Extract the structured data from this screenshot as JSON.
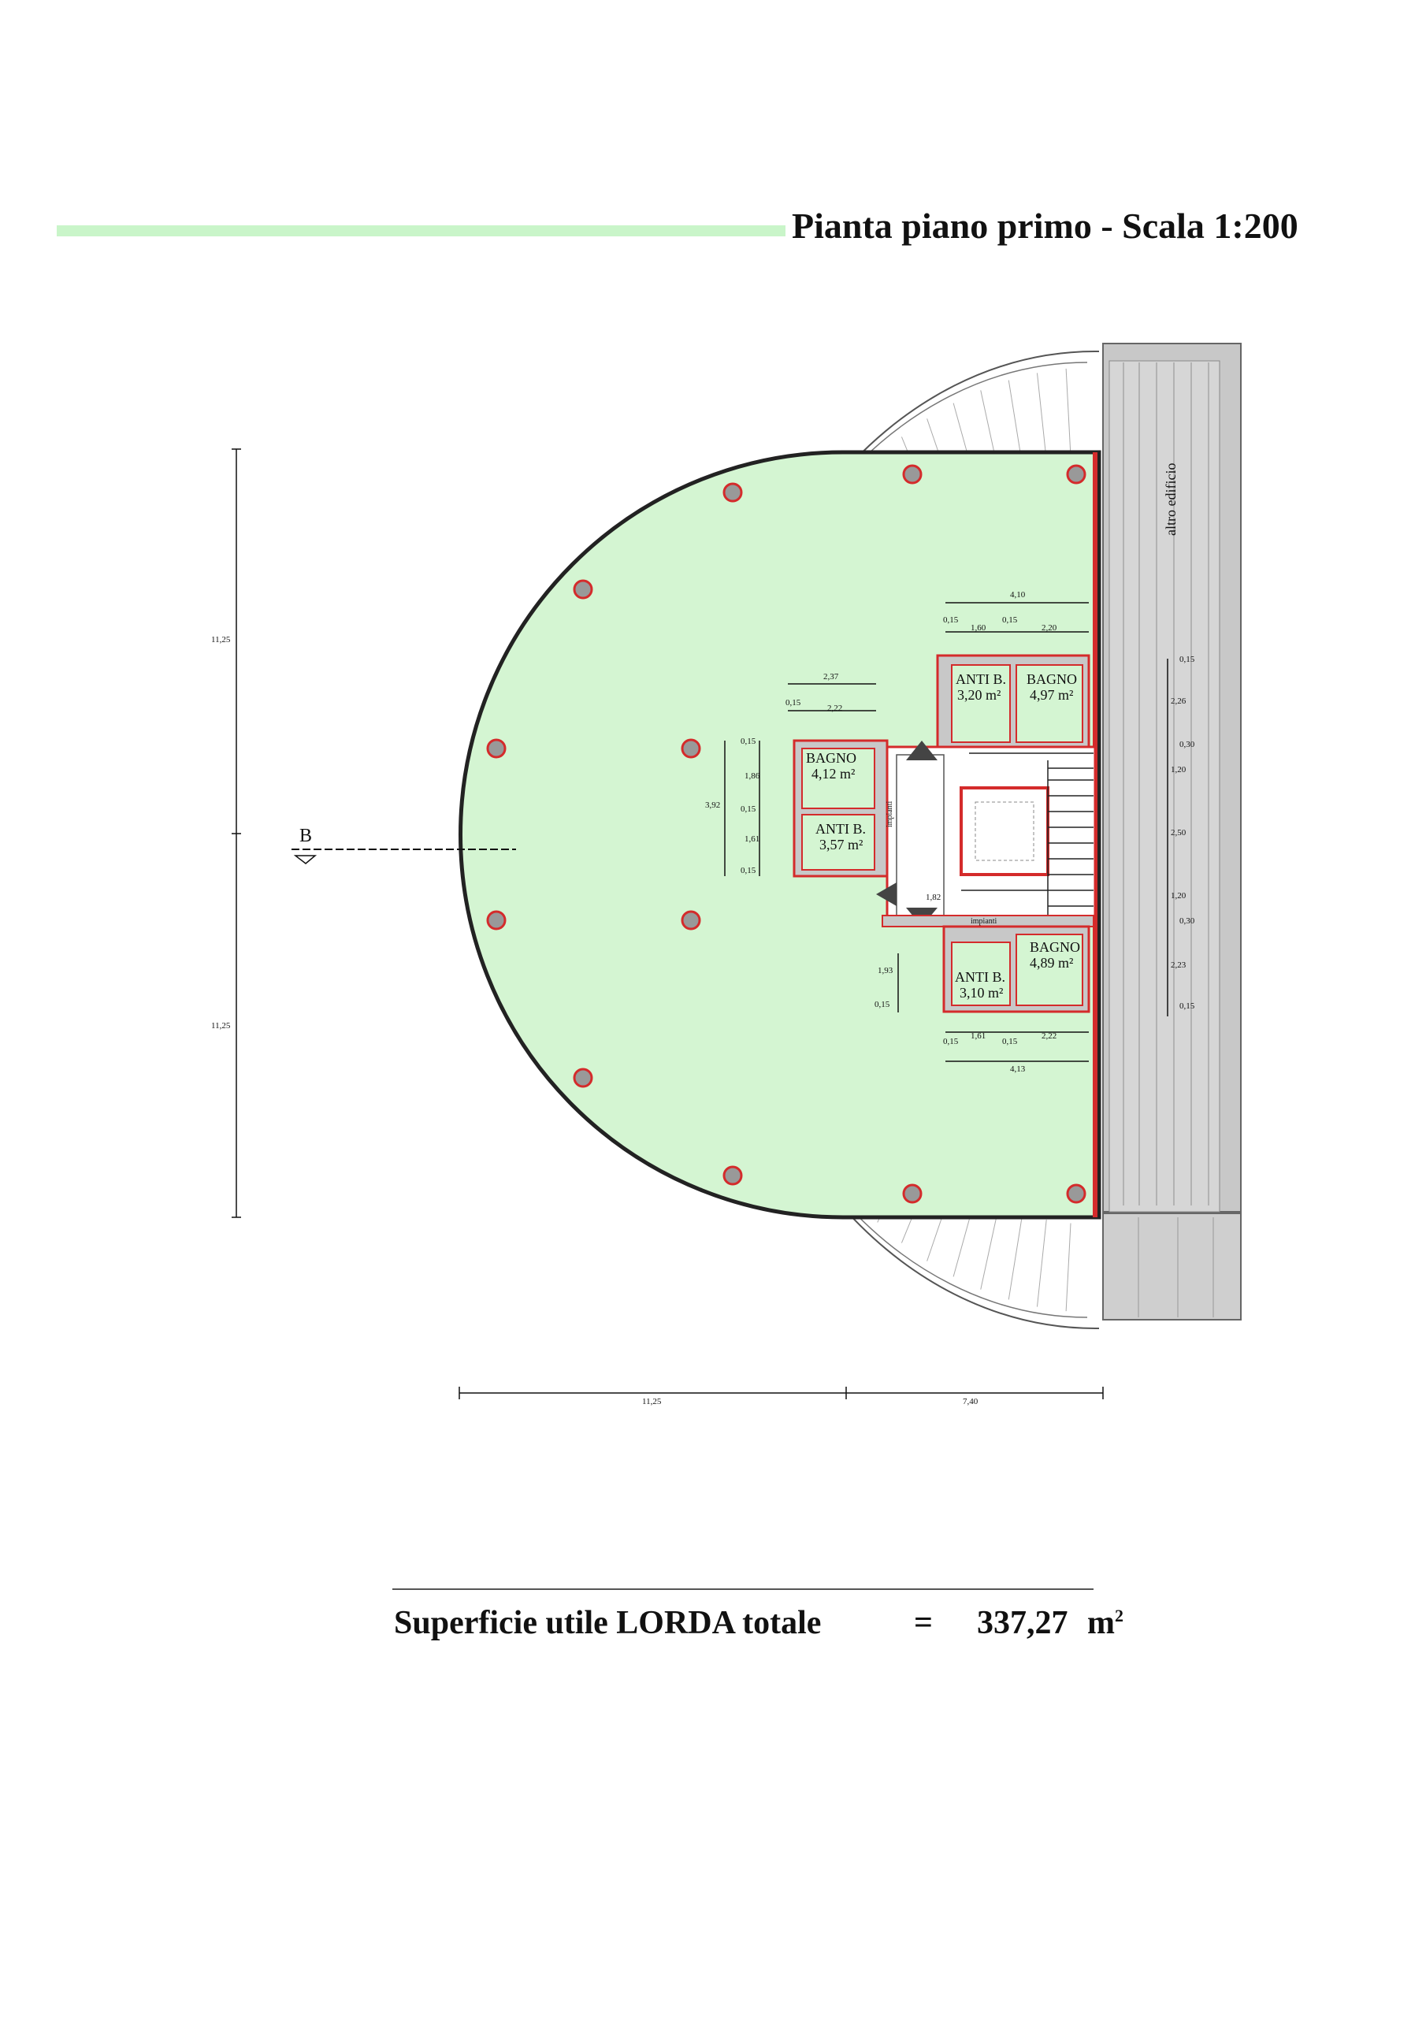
{
  "title": "Pianta piano primo - Scala 1:200",
  "rooms": [
    {
      "name": "ANTI B.",
      "area": "3,20 m²"
    },
    {
      "name": "BAGNO",
      "area": "4,97 m²"
    },
    {
      "name": "BAGNO",
      "area": "4,12 m²"
    },
    {
      "name": "ANTI B.",
      "area": "3,57 m²"
    },
    {
      "name": "ANTI B.",
      "area": "3,10 m²"
    },
    {
      "name": "BAGNO",
      "area": "4,89 m²"
    }
  ],
  "labels": {
    "neighbor": "altro edificio",
    "section": "B",
    "impianti_1": "impianti",
    "impianti_2": "impianti"
  },
  "dimensions": {
    "left_top": "11,25",
    "left_bottom": "11,25",
    "bottom_left": "11,25",
    "bottom_right": "7,40",
    "top_total": "4,10",
    "top_parts": [
      "0,15",
      "1,60",
      "0,15",
      "2,20"
    ],
    "bottom_total": "4,13",
    "bottom_parts": [
      "0,15",
      "1,61",
      "0,15",
      "2,22"
    ],
    "mid_total": "2,37",
    "mid_parts": [
      "0,15",
      "2,22"
    ],
    "vert_total": "3,92",
    "vert_parts": [
      "0,15",
      "1,86",
      "0,15",
      "1,61",
      "0,15"
    ],
    "right_parts": [
      "0,15",
      "2,26",
      "0,30",
      "1,20",
      "2,50",
      "1,20",
      "0,30",
      "2,23",
      "0,15"
    ],
    "stair": "1,82",
    "lower_vert": [
      "1,93",
      "0,15"
    ]
  },
  "total": {
    "label": "Superficie utile LORDA totale",
    "eq": "=",
    "value": "337,27",
    "unit": "m"
  },
  "colors": {
    "floor": "#d4f5d2",
    "walls": "#d42b2b",
    "columns": "#999999",
    "neighbor": "#c8c8c8"
  }
}
